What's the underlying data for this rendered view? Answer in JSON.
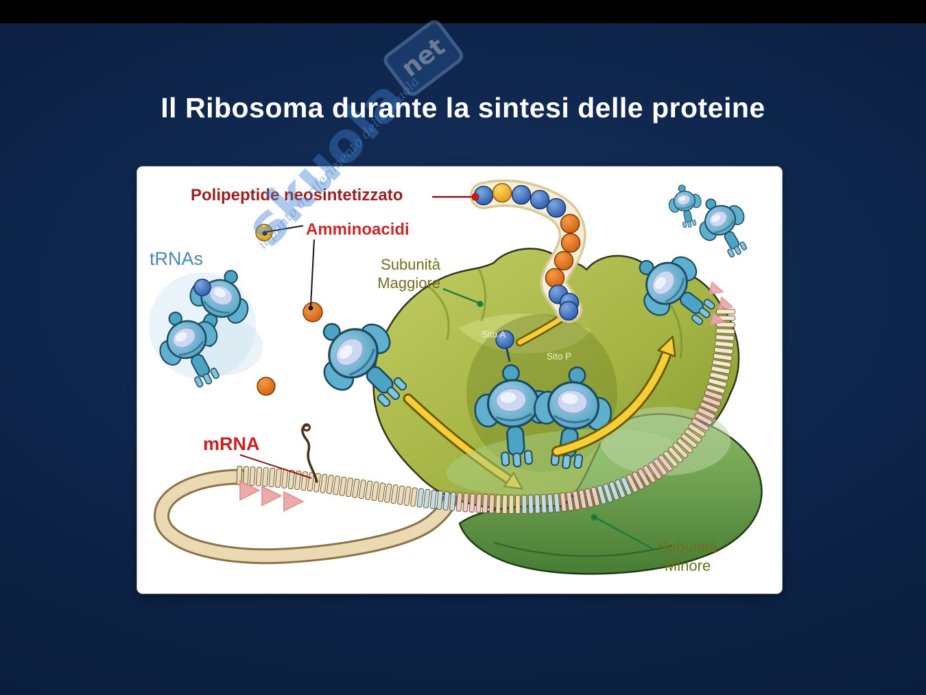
{
  "slide": {
    "title": "Il Ribosoma durante la sintesi delle proteine"
  },
  "watermark": {
    "brand": "skuola",
    "tld": "net",
    "tagline": "il punto di riferimento della scuola"
  },
  "diagram": {
    "labels": {
      "polypeptide": "Polipeptide neosintetizzato",
      "amino_acids": "Amminoacidi",
      "trnas": "tRNAs",
      "subunit_major_1": "Subunità",
      "subunit_major_2": "Maggiore",
      "site_a": "Sito A",
      "site_p": "Sito P",
      "mrna": "mRNA",
      "subunit_minor_1": "Subunità",
      "subunit_minor_2": "Minore"
    },
    "colors": {
      "mrna_beige": "#ecdcb7",
      "mrna_blue": "#bfdcea",
      "mrna_pink": "#f6c9c9",
      "mrna_pale": "#f3ead3",
      "mrna_outline": "#6b5632",
      "large_subunit": "#a4b544",
      "small_subunit": "#5d9a46",
      "trna_blue": "#4da3c4",
      "arrow_yellow": "#f6ce38",
      "label_red": "#cc2424",
      "label_dark_red": "#9b2020",
      "label_olive": "#6e7020",
      "label_blue": "#4a86ae",
      "leader_green": "#1e7a3c"
    }
  }
}
